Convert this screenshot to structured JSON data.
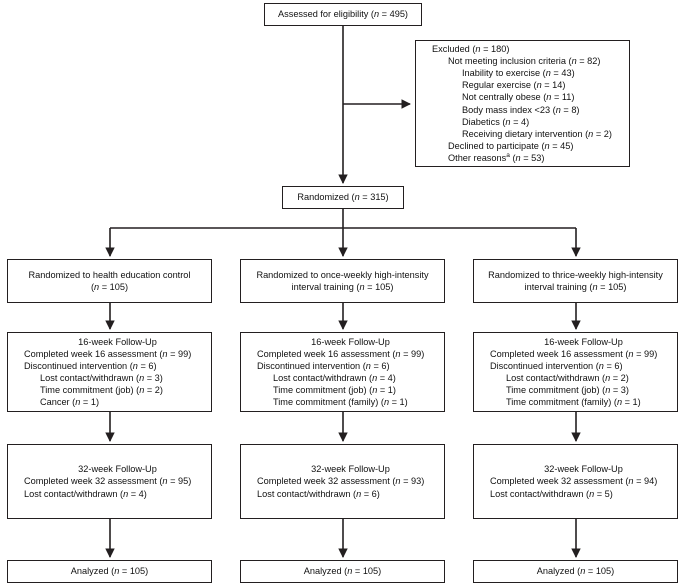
{
  "diagram": {
    "title": "CONSORT participant flow diagram",
    "border_color": "#231f20",
    "background": "#ffffff"
  },
  "nodes": {
    "assessed": {
      "lines": [
        {
          "text": "Assessed for eligibility (n = 495)",
          "indent": 0
        }
      ]
    },
    "excluded": {
      "lines": [
        {
          "text": "Excluded (n = 180)",
          "indent": 0
        },
        {
          "text": "Not meeting inclusion criteria (n = 82)",
          "indent": 1
        },
        {
          "text": "Inability to exercise (n = 43)",
          "indent": 2
        },
        {
          "text": "Regular exercise (n = 14)",
          "indent": 2
        },
        {
          "text": "Not centrally obese (n = 11)",
          "indent": 2
        },
        {
          "text": "Body mass index <23 (n = 8)",
          "indent": 2
        },
        {
          "text": "Diabetics (n = 4)",
          "indent": 2
        },
        {
          "text": "Receiving dietary intervention (n = 2)",
          "indent": 2
        },
        {
          "text": "Declined to participate (n = 45)",
          "indent": 1
        },
        {
          "text": "Other reasonsᵃ (n = 53)",
          "indent": 1
        }
      ]
    },
    "randomized": {
      "lines": [
        {
          "text": "Randomized (n = 315)",
          "indent": 0
        }
      ]
    },
    "arm1_alloc": {
      "lines": [
        {
          "text": "Randomized to health education control",
          "indent": 0
        },
        {
          "text": "(n = 105)",
          "indent": 0
        }
      ]
    },
    "arm2_alloc": {
      "lines": [
        {
          "text": "Randomized to once-weekly high-intensity",
          "indent": 0
        },
        {
          "text": "interval training (n = 105)",
          "indent": 0
        }
      ]
    },
    "arm3_alloc": {
      "lines": [
        {
          "text": "Randomized to thrice-weekly high-intensity",
          "indent": 0
        },
        {
          "text": "interval training (n = 105)",
          "indent": 0
        }
      ]
    },
    "arm1_week16": {
      "header": "16-week Follow-Up",
      "lines": [
        {
          "text": "Completed week 16 assessment (n = 99)",
          "indent": 0
        },
        {
          "text": "Discontinued intervention (n = 6)",
          "indent": 0
        },
        {
          "text": "Lost contact/withdrawn (n = 3)",
          "indent": 1
        },
        {
          "text": "Time commitment (job) (n = 2)",
          "indent": 1
        },
        {
          "text": "Cancer (n = 1)",
          "indent": 1
        }
      ]
    },
    "arm2_week16": {
      "header": "16-week Follow-Up",
      "lines": [
        {
          "text": "Completed week 16 assessment (n = 99)",
          "indent": 0
        },
        {
          "text": "Discontinued intervention (n = 6)",
          "indent": 0
        },
        {
          "text": "Lost contact/withdrawn (n = 4)",
          "indent": 1
        },
        {
          "text": "Time commitment (job) (n = 1)",
          "indent": 1
        },
        {
          "text": "Time commitment (family) (n = 1)",
          "indent": 1
        }
      ]
    },
    "arm3_week16": {
      "header": "16-week Follow-Up",
      "lines": [
        {
          "text": "Completed week 16 assessment (n = 99)",
          "indent": 0
        },
        {
          "text": "Discontinued intervention (n = 6)",
          "indent": 0
        },
        {
          "text": "Lost contact/withdrawn (n = 2)",
          "indent": 1
        },
        {
          "text": "Time commitment (job) (n = 3)",
          "indent": 1
        },
        {
          "text": "Time commitment (family) (n = 1)",
          "indent": 1
        }
      ]
    },
    "arm1_week32": {
      "header": "32-week Follow-Up",
      "lines": [
        {
          "text": "Completed week 32 assessment (n = 95)",
          "indent": 0
        },
        {
          "text": "Lost contact/withdrawn (n = 4)",
          "indent": 0
        }
      ]
    },
    "arm2_week32": {
      "header": "32-week Follow-Up",
      "lines": [
        {
          "text": "Completed week 32 assessment (n = 93)",
          "indent": 0
        },
        {
          "text": "Lost contact/withdrawn (n = 6)",
          "indent": 0
        }
      ]
    },
    "arm3_week32": {
      "header": "32-week Follow-Up",
      "lines": [
        {
          "text": "Completed week 32 assessment (n = 94)",
          "indent": 0
        },
        {
          "text": "Lost contact/withdrawn (n = 5)",
          "indent": 0
        }
      ]
    },
    "arm1_analyzed": {
      "lines": [
        {
          "text": "Analyzed (n = 105)",
          "indent": 0
        }
      ]
    },
    "arm2_analyzed": {
      "lines": [
        {
          "text": "Analyzed (n = 105)",
          "indent": 0
        }
      ]
    },
    "arm3_analyzed": {
      "lines": [
        {
          "text": "Analyzed (n = 105)",
          "indent": 0
        }
      ]
    }
  }
}
